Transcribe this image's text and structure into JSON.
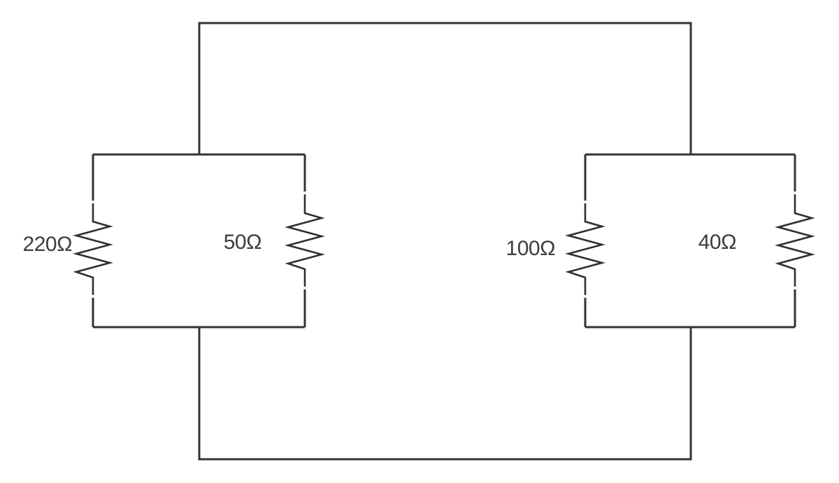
{
  "figure": {
    "background_color": "#ffffff",
    "wire_color": "#333333",
    "label_color": "#3d3d3d"
  },
  "resistors": [
    {
      "label": "220Ω",
      "value_ohms": 220,
      "group": "left-pair",
      "branch": "left"
    },
    {
      "label": "50Ω",
      "value_ohms": 50,
      "group": "left-pair",
      "branch": "right"
    },
    {
      "label": "100Ω",
      "value_ohms": 100,
      "group": "right-pair",
      "branch": "left"
    },
    {
      "label": "40Ω",
      "value_ohms": 40,
      "group": "right-pair",
      "branch": "right"
    }
  ]
}
